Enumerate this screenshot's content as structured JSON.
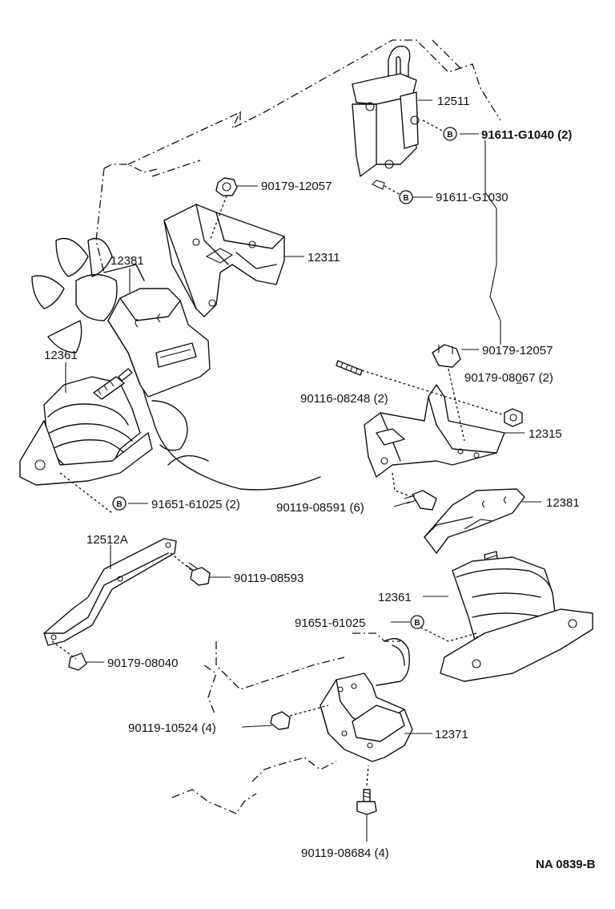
{
  "labels": {
    "p12511": "12511",
    "p91611_g1040": "91611-G1040 (2)",
    "p90179_12057_a": "90179-12057",
    "p91611_g1030": "91611-G1030",
    "p12311": "12311",
    "p12381_a": "12381",
    "p12361_a": "12361",
    "p90179_12057_b": "90179-12057",
    "p90179_08067": "90179-08067 (2)",
    "p90116_08248": "90116-08248 (2)",
    "p12315": "12315",
    "p90119_08591": "90119-08591 (6)",
    "p12381_b": "12381",
    "p91651_61025_2": "91651-61025 (2)",
    "p12512a": "12512A",
    "p90119_08593": "90119-08593",
    "p12361_b": "12361",
    "p91651_61025": "91651-61025",
    "p90179_08040": "90179-08040",
    "p90119_10524": "90119-10524 (4)",
    "p12371": "12371",
    "p90119_08684": "90119-08684 (4)"
  },
  "badge_letter": "B",
  "figure_code": "NA 0839-B"
}
